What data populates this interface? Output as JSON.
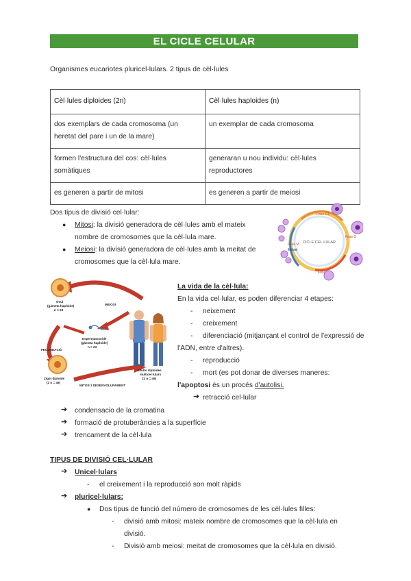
{
  "title": "EL CICLE CELULAR",
  "intro": "Organismes eucariotes pluricel·lulars. 2 tipus de cèl·lules",
  "table": {
    "headers": [
      "Cèl·lules diploides (2n)",
      "Cèl·lules haploides (n)"
    ],
    "rows": [
      [
        "dos exemplars de cada cromosoma (un heretat del pare i un de la mare)",
        "un exemplar de cada cromosoma"
      ],
      [
        "formen l'estructura del cos: cèl·lules somàtiques",
        "generaran u nou individu: cèl·lules reproductores"
      ],
      [
        "es generen a partir de mitosi",
        "es generen a partir de meiosi"
      ]
    ]
  },
  "division": {
    "heading": "Dos tipus de divisió cel·lular:",
    "mitosi_term": "Mitosi",
    "mitosi_line1": ": la divisió generadora de cèl·lules amb el mateix",
    "mitosi_line2": "nombre de cromosomes que la cèl·lula mare.",
    "meiosi_term": "Meiosi",
    "meiosi_line1": ": la divisió generadora de cèl·lules amb la meitat de",
    "meiosi_line2": "cromosomes que la cèl·lula mare."
  },
  "cycle_figure": {
    "center_label": "CICLE CEL·LULAR",
    "fase_g1": "Fase G1",
    "fase_s": "Fase S",
    "fase_g2": "Fase G2",
    "fase_m": "Fase M",
    "mitosi": "Mitosi"
  },
  "life_figure": {
    "ovul": "Òvul",
    "ovul_sub": "(gàmeta haploide)",
    "ovul_n": "n = 23",
    "meiosi": "MEIOSI",
    "esperm": "Espermatozoide",
    "esperm_sub": "(gàmeta haploide)",
    "esperm_n": "n = 23",
    "fecundacio": "FECUNDACIÓ",
    "zigot": "Zigot diploide",
    "zigot_n": "(2 n = 46)",
    "mitosi_dev": "MITOSI I DESENVOLUPAMENT",
    "adults": "Adults diploides",
    "adults_sub": "multicel·lulars",
    "adults_n": "(2 n = 46)"
  },
  "life": {
    "heading": "La vida de la cèl·lula:",
    "intro_line": "En la vida cel·lular, es poden diferenciar 4 etapes:",
    "stages": [
      "neixement",
      "creixement",
      "diferenciació (mitjançant el control de l'expressió de",
      "reproducció",
      "mort (es pot donar de diverses maneres:"
    ],
    "adn_line": "l'ADN, entre d'altres).",
    "apoptosi_term": "l'apoptosi",
    "apoptosi_mid": " és un procés ",
    "autolisi": "d'autolisi.",
    "retraccio": "retracció cel·lular",
    "effects": [
      "condensacio de la cromatina",
      "formació de protuberàncies a la superfície",
      "trencament de la cèl·lula"
    ]
  },
  "types": {
    "heading": "TIPUS DE DIVISIÓ CEL·LULAR",
    "unicel": "Unicel·lulars",
    "unicel_detail": "el creixement i la reproducció son molt ràpids",
    "pluricel": "pluricel·lulars:",
    "pluricel_intro": "Dos tipus de funció del número de cromosomes de les cèl·lules filles:",
    "mitosi_line1": "divisió amb mitosi: mateix nombre de cromosomes que la cèl·lula en",
    "mitosi_line2": "divisió.",
    "meiosi_line": "Divisió amb meiosi: meitat de cromosomes que la cèl·lula en divisió."
  }
}
